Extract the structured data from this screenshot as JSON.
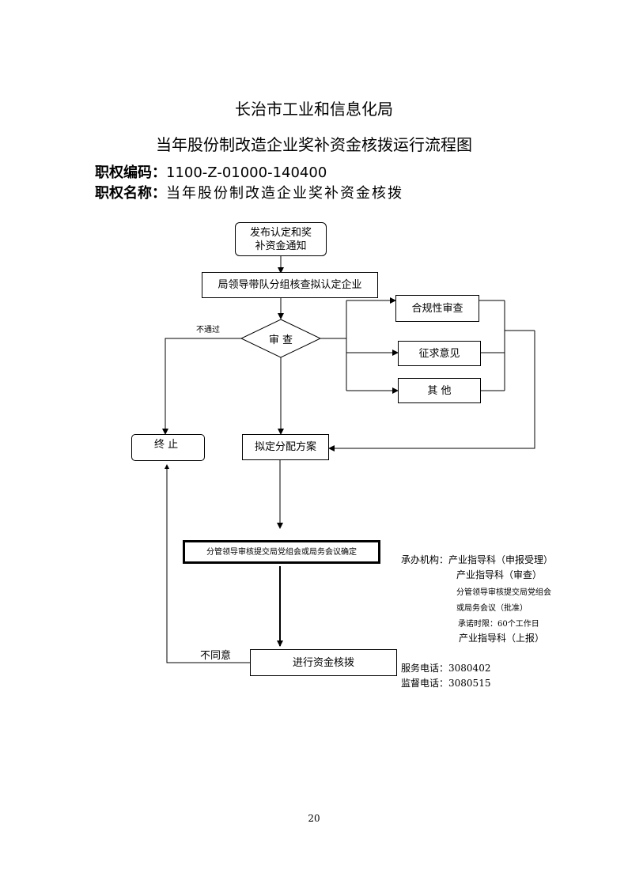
{
  "header": {
    "org": "长治市工业和信息化局",
    "title": "当年股份制改造企业奖补资金核拨运行流程图",
    "code_label": "职权编码：",
    "code_value": "1100-Z-01000-140400",
    "name_label": "职权名称：",
    "name_value": "当年股份制改造企业奖补资金核拨"
  },
  "flow": {
    "start_line1": "发布认定和奖",
    "start_line2": "补资金通知",
    "inspect": "局领导带队分组核查拟认定企业",
    "review": "审  查",
    "reject_label": "不通过",
    "compliance": "合规性审查",
    "opinion": "征求意见",
    "other": "其  他",
    "stop": "终  止",
    "plan": "拟定分配方案",
    "decide": "分管领导审核提交局党组会或局务会议确定",
    "disagree_label": "不同意",
    "disburse": "进行资金核拨"
  },
  "info": {
    "agency_label": "承办机构：",
    "agency_line1": "产业指导科（申报受理）",
    "agency_line2": "产业指导科（审查）",
    "agency_line3": "分管领导审核提交局党组会",
    "agency_line4": "或局务会议（批准）",
    "promise": "承诺时限：60个工作日",
    "agency_line5": "产业指导科（上报）",
    "service_phone_label": "服务电话：",
    "service_phone": "3080402",
    "supervise_phone_label": "监督电话：",
    "supervise_phone": "3080515"
  },
  "page_number": "20"
}
